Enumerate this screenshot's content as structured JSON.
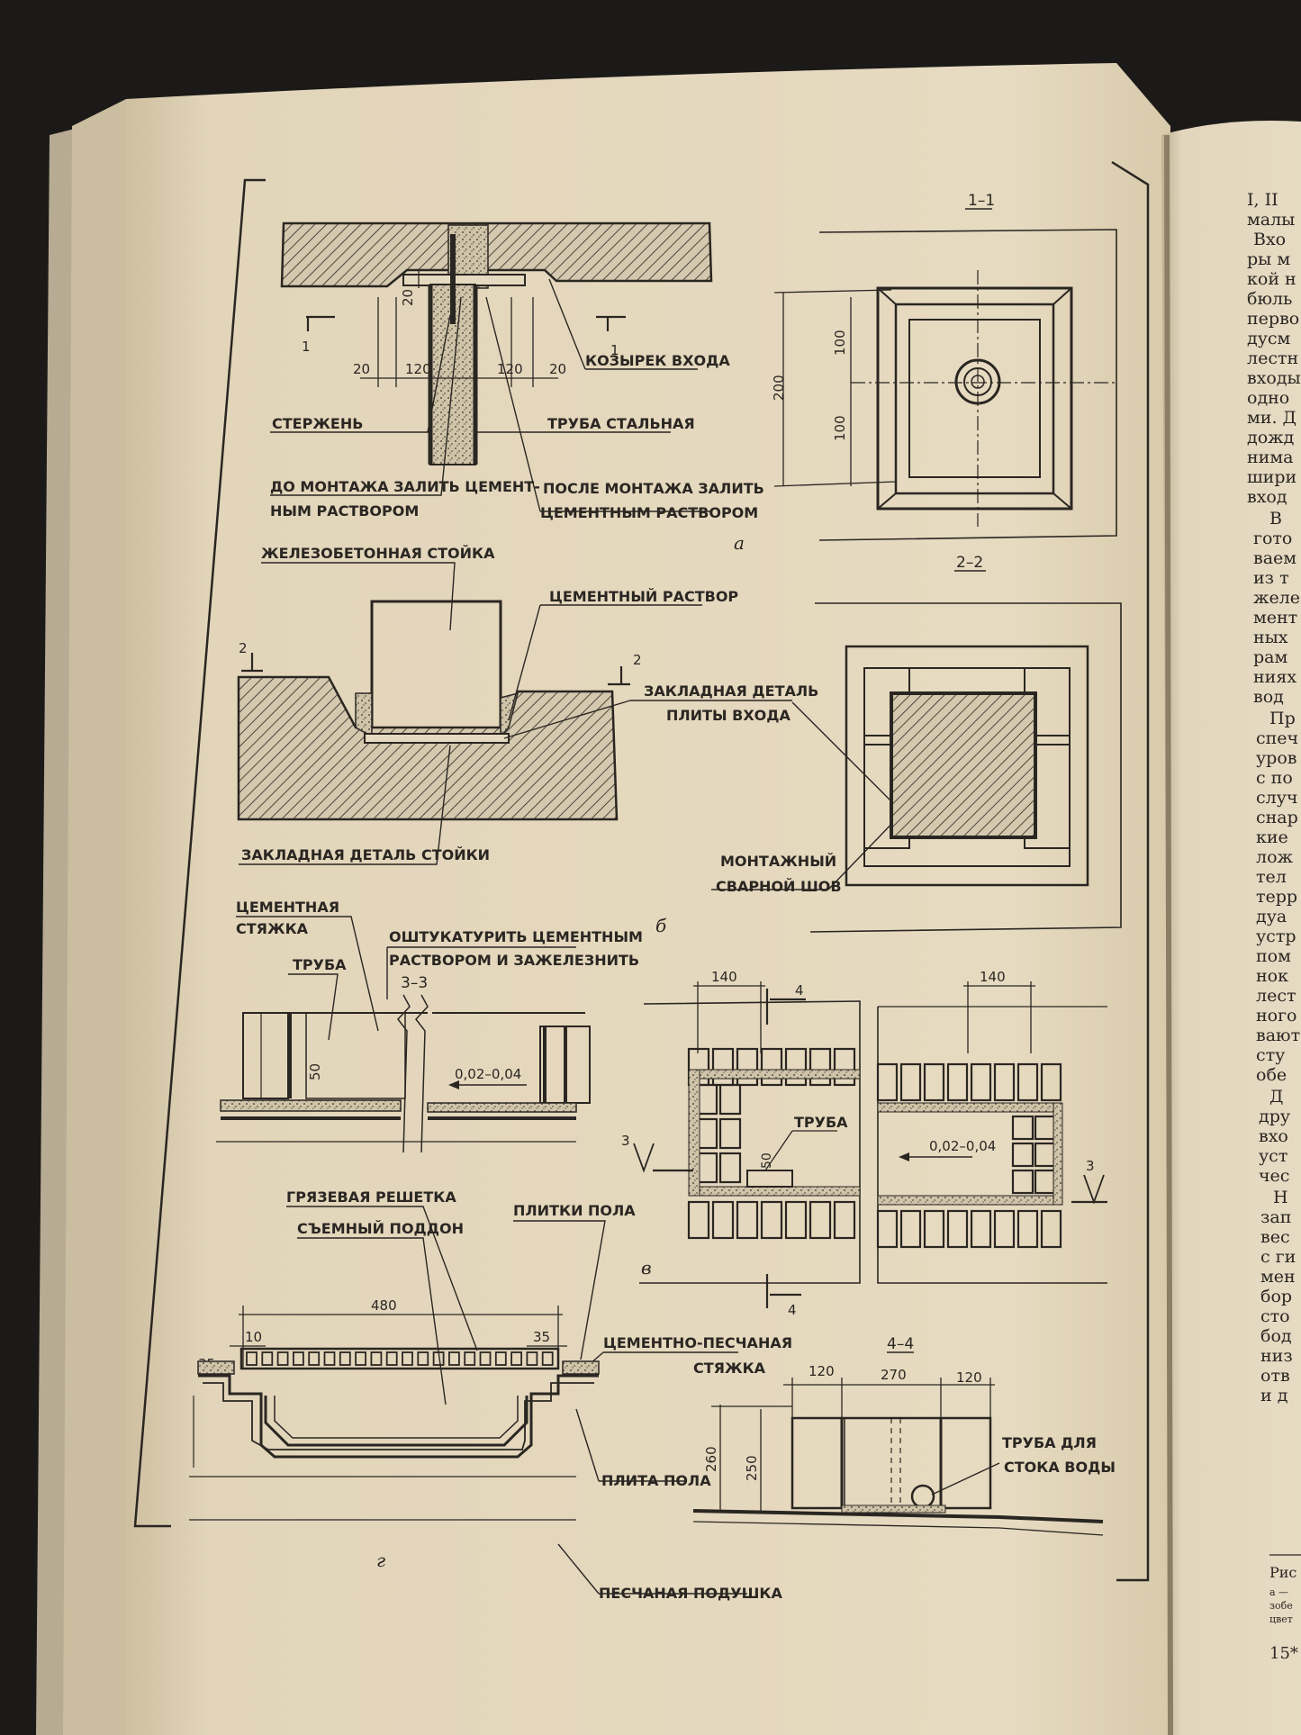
{
  "figure": {
    "a": {
      "callouts": {
        "canopy": "КОЗЫРЕК ВХОДА",
        "rod": "СТЕРЖЕНЬ",
        "steel_pipe": "ТРУБА СТАЛЬНАЯ",
        "before_1": "ДО МОНТАЖА ЗАЛИТЬ ЦЕМЕНТ-",
        "before_2": "НЫМ РАСТВОРОМ",
        "after_1": "ПОСЛЕ МОНТАЖА ЗАЛИТЬ",
        "after_2": "ЦЕМЕНТНЫМ РАСТВОРОМ"
      },
      "dims": {
        "d20_top": "20",
        "d20_left": "20",
        "d120_left": "120",
        "d120_right": "120",
        "d20_right": "20"
      },
      "section_marks": {
        "left": "1",
        "right": "1"
      },
      "caption": "а"
    },
    "section_1_1": {
      "title": "1–1",
      "dims": {
        "total": "200",
        "upper": "100",
        "lower": "100"
      }
    },
    "b": {
      "callouts": {
        "rc_post": "ЖЕЛЕЗОБЕТОННАЯ СТОЙКА",
        "cement_mortar": "ЦЕМЕНТНЫЙ РАСТВОР",
        "embed_slab_1": "ЗАКЛАДНАЯ ДЕТАЛЬ",
        "embed_slab_2": "ПЛИТЫ ВХОДА",
        "embed_post": "ЗАКЛАДНАЯ ДЕТАЛЬ СТОЙКИ",
        "weld_1": "МОНТАЖНЫЙ",
        "weld_2": "СВАРНОЙ ШОВ"
      },
      "section_marks": {
        "left": "2",
        "right": "2"
      },
      "caption": "б"
    },
    "section_2_2": {
      "title": "2–2"
    },
    "v": {
      "callouts": {
        "screed_1": "ЦЕМЕНТНАЯ",
        "screed_2": "СТЯЖКА",
        "plaster_1": "ОШТУКАТУРИТЬ ЦЕМЕНТНЫМ",
        "plaster_2": "РАСТВОРОМ И ЗАЖЕЛЕЗНИТЬ",
        "pipe": "ТРУБА",
        "pipe_plan": "ТРУБА"
      },
      "section_title": "3–3",
      "dims": {
        "d50": "50",
        "slope": "0,02–0,04",
        "d140_left": "140",
        "d140_right": "140",
        "d50_plan": "50",
        "slope_plan": "0,02–0,04"
      },
      "section_marks": {
        "top": "4",
        "bottom": "4",
        "left": "3",
        "right": "3"
      },
      "caption": "в"
    },
    "g": {
      "callouts": {
        "grate": "ГРЯЗЕВАЯ РЕШЕТКА",
        "tray": "СЪЕМНЫЙ ПОДДОН",
        "tiles": "ПЛИТКИ ПОЛА",
        "cs_screed_1": "ЦЕМЕНТНО-ПЕСЧАНАЯ",
        "cs_screed_2": "СТЯЖКА",
        "floor_slab": "ПЛИТА ПОЛА",
        "sand": "ПЕСЧАНАЯ ПОДУШКА"
      },
      "dims": {
        "d480": "480",
        "d35_left": "35",
        "d10": "10",
        "d35_right": "35"
      },
      "caption": "г"
    },
    "section_4_4": {
      "title": "4–4",
      "dims": {
        "d120_left": "120",
        "d270": "270",
        "d120_right": "120",
        "d260": "260",
        "d250": "250"
      },
      "callouts": {
        "drain_1": "ТРУБА ДЛЯ",
        "drain_2": "СТОКА ВОДЫ"
      }
    }
  },
  "right_page": {
    "lines": [
      "I, II",
      "малы",
      "Вхо",
      "ры м",
      "кой н",
      "бюль",
      "перво",
      "дусм",
      "лестн",
      "входы",
      "одно",
      "ми. Д",
      "дожд",
      "нима",
      "шири",
      "вход",
      "В",
      "гото",
      "ваем",
      "из т",
      "желе",
      "мент",
      "ных",
      "рам",
      "ниях",
      "вод",
      "Пр",
      "спеч",
      "уров",
      "с по",
      "случ",
      "снар",
      "кие",
      "лож",
      "тел",
      "терр",
      "дуа",
      "устр",
      "пом",
      "нок",
      "лест",
      "ного",
      "вают",
      "сту",
      "обе",
      "Д",
      "дру",
      "вхо",
      "уст",
      "чес",
      "Н",
      "зап",
      "вес",
      "с ги",
      "мен",
      "бор",
      "сто",
      "бод",
      "низ",
      "отв",
      "и д"
    ],
    "caption_lines": [
      "Рис",
      "а —",
      "зобе",
      "цвет"
    ],
    "page_number": "15*"
  },
  "colors": {
    "page": "#e4d7bd",
    "ink": "#2a2622",
    "background": "#1c1a18",
    "hatch": "#7b7367"
  }
}
